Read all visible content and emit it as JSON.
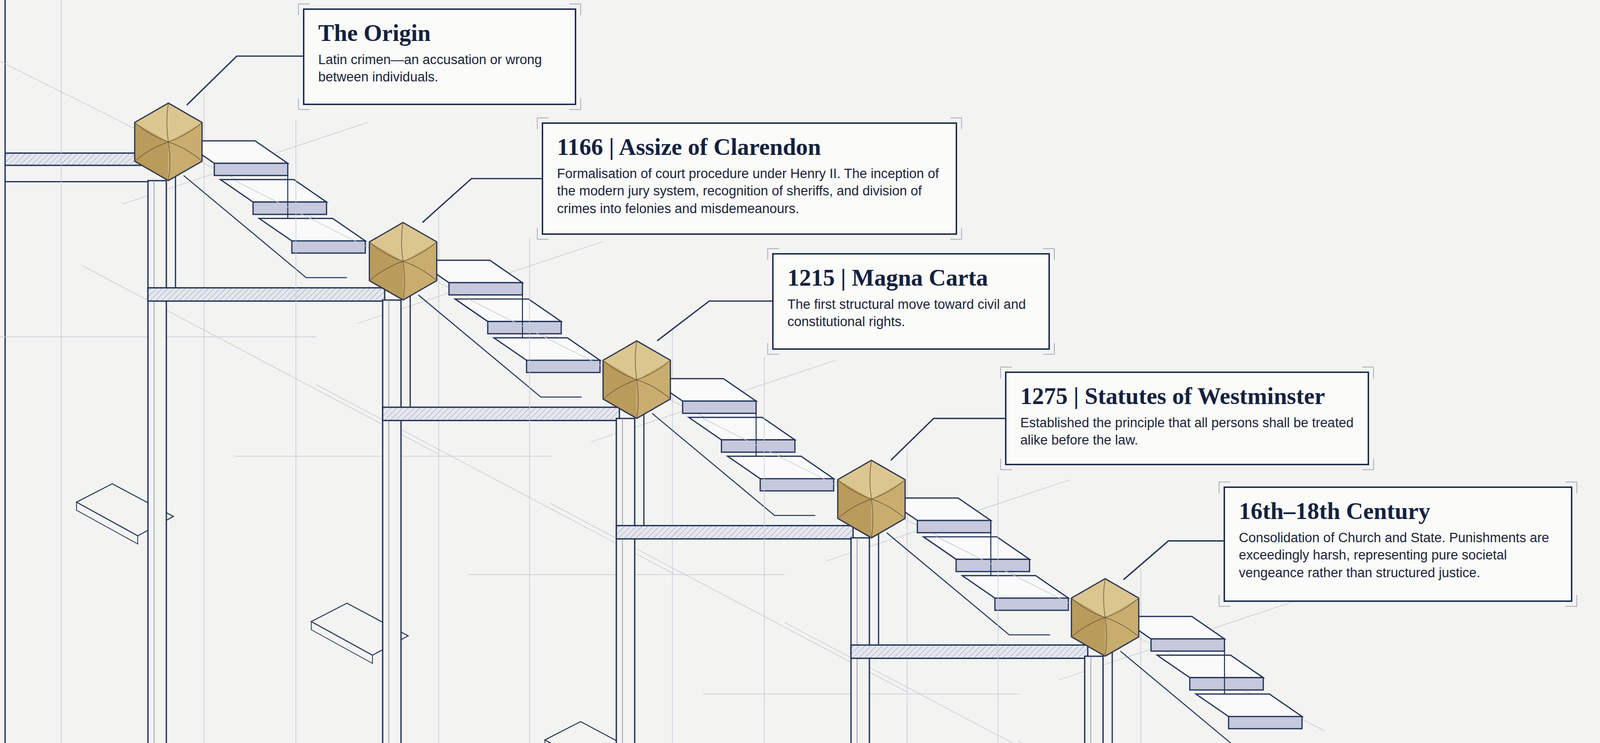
{
  "diagram": {
    "nodes": [
      {
        "text": [
          "The Origin",
          "Latin crimen—an accusation or wrong between individuals."
        ]
      },
      {
        "text": [
          "1166 | Assize of Clarendon",
          "Formalisation of court procedure under Henry II. The inception of the modern jury system, recognition of sheriffs, and division of crimes into felonies and misdemeanours."
        ]
      },
      {
        "text": [
          "1215 | Magna Carta",
          "The first structural move toward civil and constitutional rights."
        ]
      },
      {
        "text": [
          "1275 | Statutes of Westminster",
          "Established the principle that all persons shall be treated alike before the law."
        ]
      },
      {
        "text": [
          "16th–18th Century",
          "Consolidation of Church and State. Punishments are exceedingly harsh, representing pure societal vengeance rather than structured justice."
        ]
      }
    ]
  }
}
